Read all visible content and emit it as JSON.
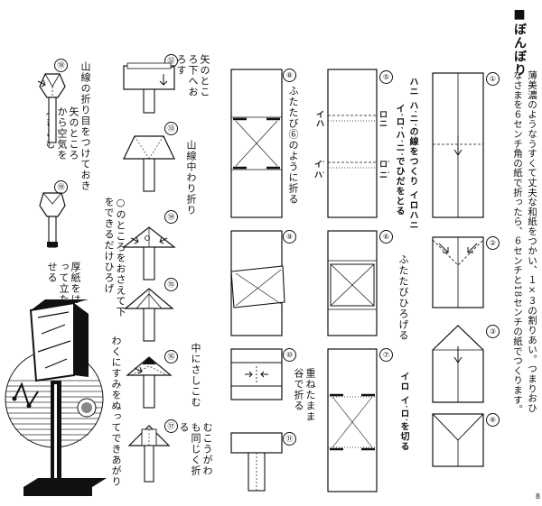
{
  "title": {
    "marker": "■",
    "text": "ぼんぼり"
  },
  "intro": {
    "line1": "薄美濃のようなうすくて丈夫な和紙をつかい、１×３の割りあい。つまりおひ",
    "line2": "なさまを６センチ角の紙で折ったら、６センチと18センチの紙でつくります。"
  },
  "steps": [
    {
      "n": "①"
    },
    {
      "n": "②"
    },
    {
      "n": "③"
    },
    {
      "n": "④"
    },
    {
      "n": "⑤"
    },
    {
      "n": "⑥"
    },
    {
      "n": "⑦"
    },
    {
      "n": "⑧"
    },
    {
      "n": "⑨"
    },
    {
      "n": "⑩"
    },
    {
      "n": "⑪"
    },
    {
      "n": "⑫"
    },
    {
      "n": "⑬"
    },
    {
      "n": "⑭"
    },
    {
      "n": "⑮"
    },
    {
      "n": "⑯"
    },
    {
      "n": "⑰"
    },
    {
      "n": "⑱"
    },
    {
      "n": "⑲"
    }
  ],
  "instructions": {
    "s5_a": "ハニ ハ′ニ′の線をつくり イロハニ",
    "s5_b": "イ′ロ′ハ′ニ′でひだをとる",
    "s6": "ふたたびひろげる",
    "s7": "イロ イ′ロ′を切る",
    "s8": "ふたたび⑥のように折る",
    "s10": "重ねたまま谷で折る",
    "s12": "矢のところ下へおろす",
    "s13": "山線中わり折り",
    "s13_note": "○のところをおさえて下をできるだけひろげ",
    "s16": "中にさしこむ",
    "s17": "むこうがわも同じく折る",
    "s17_note": "わくにすみをぬってできあがり",
    "s18_a": "山線の折り目をつけておき",
    "s18_b": "矢のところから空気をふきこむ",
    "s19": "厚紙をはって立たせる"
  },
  "labels": {
    "i": "イ",
    "ro": "ロ",
    "ha": "ハ",
    "ni": "ニ",
    "i2": "イ′",
    "ro2": "ロ′",
    "ha2": "ハ′",
    "ni2": "ニ′"
  },
  "page_number": "8"
}
